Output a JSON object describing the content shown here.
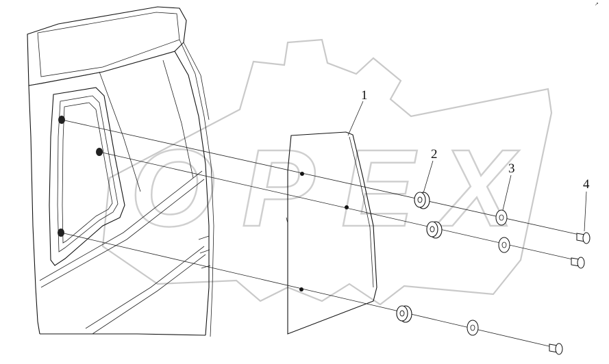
{
  "diagram": {
    "watermark": "OPEX",
    "callouts": [
      "1",
      "2",
      "3",
      "4"
    ],
    "corner_mark": "↗"
  }
}
